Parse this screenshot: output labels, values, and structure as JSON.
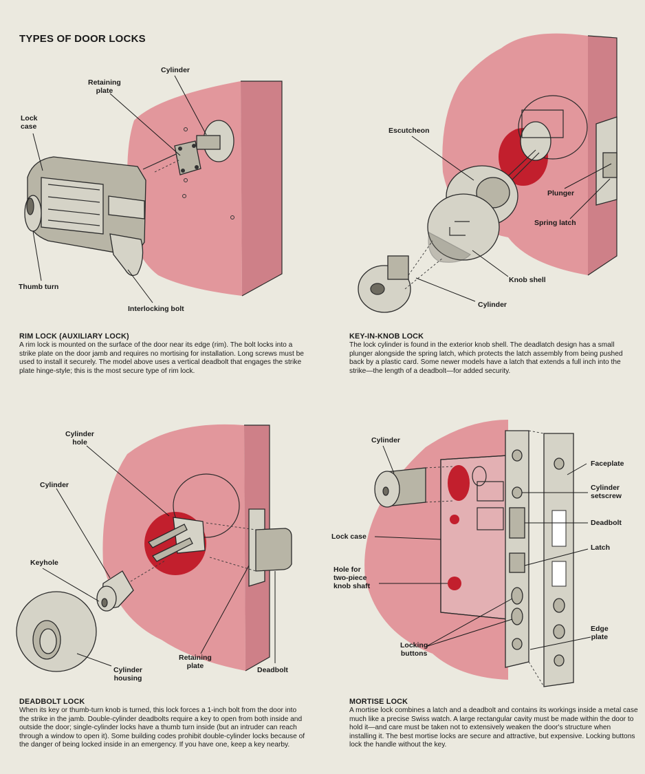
{
  "page_title": "TYPES OF DOOR LOCKS",
  "rim": {
    "labels": {
      "cylinder": "Cylinder",
      "retaining_plate": "Retaining\nplate",
      "lock_case": "Lock\ncase",
      "thumb_turn": "Thumb turn",
      "interlocking_bolt": "Interlocking bolt"
    },
    "heading": "RIM LOCK (AUXILIARY LOCK)",
    "body": "A rim lock is mounted on the surface of the door near its edge (rim). The bolt locks into a strike plate on the door jamb and requires no mortising for installation. Long screws must be used to install it securely. The model above uses a vertical deadbolt that engages the strike plate hinge-style; this is the most secure type of rim lock."
  },
  "knob": {
    "labels": {
      "escutcheon": "Escutcheon",
      "plunger": "Plunger",
      "spring_latch": "Spring latch",
      "knob_shell": "Knob shell",
      "cylinder": "Cylinder"
    },
    "heading": "KEY-IN-KNOB LOCK",
    "body": "The lock cylinder is found in the exterior knob shell. The deadlatch design has a small plunger alongside the spring latch, which protects the latch assembly from being pushed back by a plastic card. Some newer models have a latch that extends a full inch into the strike—the length of a deadbolt—for added security."
  },
  "deadbolt": {
    "labels": {
      "cylinder_hole": "Cylinder\nhole",
      "cylinder": "Cylinder",
      "keyhole": "Keyhole",
      "retaining_plate": "Retaining\nplate",
      "deadbolt": "Deadbolt",
      "cylinder_housing": "Cylinder\nhousing"
    },
    "heading": "DEADBOLT LOCK",
    "body": "When its key or thumb-turn knob is turned, this lock forces a 1-inch bolt from the door into the strike in the jamb. Double-cylinder deadbolts require a key to open from both inside and outside the door; single-cylinder locks have a thumb turn inside (but an intruder can reach through a window to open it). Some building codes prohibit double-cylinder locks because of the danger of being locked inside in an emergency. If you have one, keep a key nearby."
  },
  "mortise": {
    "labels": {
      "cylinder": "Cylinder",
      "faceplate": "Faceplate",
      "cylinder_setscrew": "Cylinder\nsetscrew",
      "deadbolt": "Deadbolt",
      "lock_case": "Lock case",
      "latch": "Latch",
      "hole_for_shaft": "Hole for\ntwo-piece\nknob shaft",
      "edge_plate": "Edge\nplate",
      "locking_buttons": "Locking\nbuttons"
    },
    "heading": "MORTISE LOCK",
    "body": "A mortise lock combines a latch and a deadbolt and contains its workings inside a metal case much like a precise Swiss watch. A large rectangular cavity must be made within the door to hold it—and care must be taken not to extensively weaken the door's structure when installing it. The best mortise locks are secure and attractive, but expensive. Locking buttons lock the handle without the key."
  }
}
